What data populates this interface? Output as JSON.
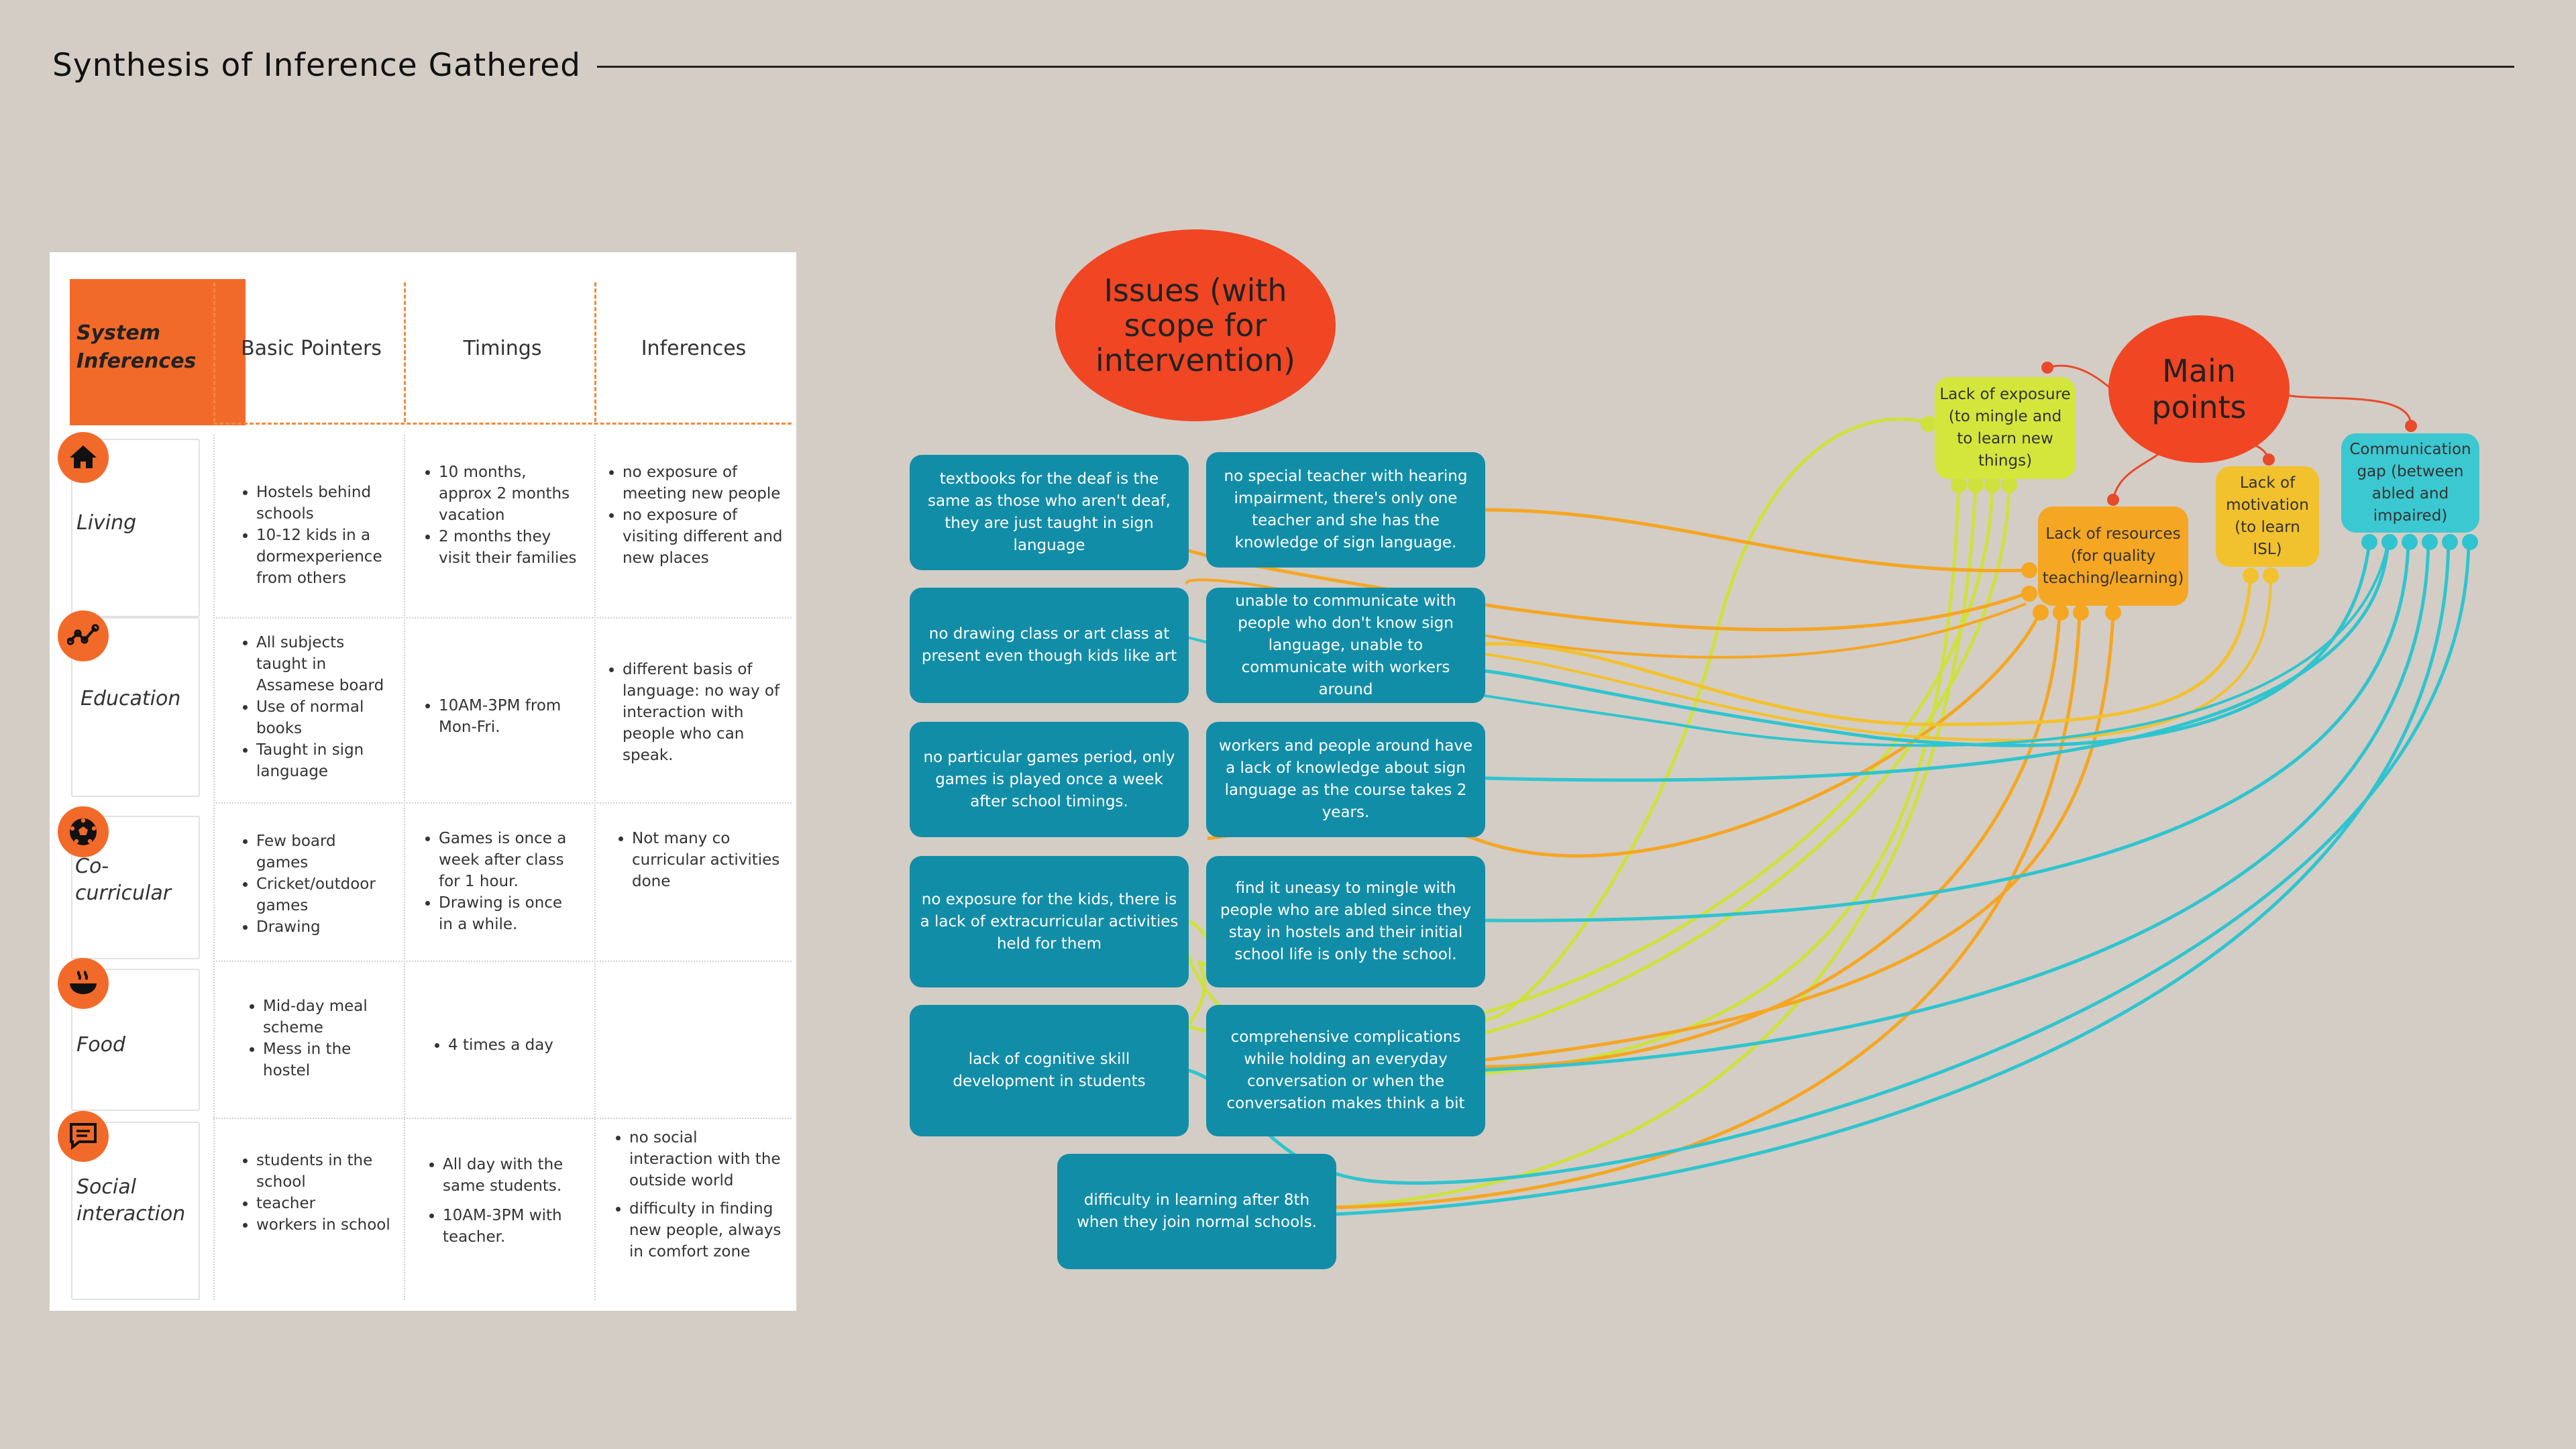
{
  "page": {
    "title": "Synthesis of Inference Gathered"
  },
  "table": {
    "corner_label": "System Inferences",
    "columns": [
      "Basic Pointers",
      "Timings",
      "Inferences"
    ],
    "rows": [
      {
        "label": "Living",
        "icon": "home-icon",
        "pointers": [
          "Hostels behind schools",
          "10-12 kids in a dormexperience from others"
        ],
        "timings": [
          "10 months, approx 2 months vacation",
          "2 months they visit their families"
        ],
        "inferences": [
          "no exposure of meeting new people",
          "no exposure of visiting different and new places"
        ]
      },
      {
        "label": "Education",
        "icon": "graph-icon",
        "pointers": [
          "All subjects taught in Assamese board",
          "Use of normal books",
          "Taught in sign language"
        ],
        "timings": [
          "10AM-3PM from Mon-Fri."
        ],
        "inferences": [
          "different basis of language: no way of interaction with people who can speak."
        ]
      },
      {
        "label": "Co-curricular",
        "icon": "soccer-ball-icon",
        "pointers": [
          "Few board games",
          "Cricket/outdoor games",
          "Drawing"
        ],
        "timings": [
          "Games is once a week after class for 1 hour.",
          "Drawing is once in a while."
        ],
        "inferences": [
          "Not many co curricular activities done"
        ]
      },
      {
        "label": "Food",
        "icon": "food-bowl-icon",
        "pointers": [
          "Mid-day meal scheme",
          "Mess in the hostel"
        ],
        "timings": [
          "4 times a day"
        ],
        "inferences": []
      },
      {
        "label": "Social interaction",
        "icon": "chat-icon",
        "pointers": [
          "students in the school",
          "teacher",
          "workers in school"
        ],
        "timings": [
          "All day with the same students.",
          "10AM-3PM with teacher."
        ],
        "inferences": [
          "no social interaction with the outside world",
          "difficulty in finding new people, always in comfort zone"
        ]
      }
    ]
  },
  "diagram": {
    "issues_bubble": "Issues (with scope for intervention)",
    "main_bubble": "Main points",
    "issues": [
      "textbooks for the deaf is the same as those who aren't deaf, they are just taught in sign language",
      "no special teacher with hearing impairment, there's only one teacher and she has the knowledge of sign language.",
      "no drawing class or art class at present even though kids like art",
      "unable to communicate with people who don't know sign language, unable to communicate with workers around",
      "no particular games period, only games is played once a week after school timings.",
      "workers and people around have a lack of knowledge about sign language as the course takes 2 years.",
      "no exposure for the kids, there is a lack of extracurricular activities held for them",
      "find it uneasy to mingle with people who are abled since they stay in hostels and their initial school life is only the school.",
      "lack of cognitive skill development in students",
      "comprehensive complications while holding an everyday conversation or when the conversation makes think a bit",
      "difficulty in learning after 8th when they join normal schools."
    ],
    "points": [
      {
        "label": "Lack of exposure (to mingle and to learn new things)",
        "color": "#d4e63c"
      },
      {
        "label": "Lack of resources (for quality teaching/learning)",
        "color": "#f5a623"
      },
      {
        "label": "Lack of motivation (to learn ISL)",
        "color": "#f2c12e"
      },
      {
        "label": "Communication gap (between abled and impaired)",
        "color": "#3cc8d0"
      }
    ]
  },
  "colors": {
    "accent": "#f26a2a",
    "issue_box": "#128da8",
    "bubble": "#f04624",
    "background": "#d4cdc5"
  }
}
